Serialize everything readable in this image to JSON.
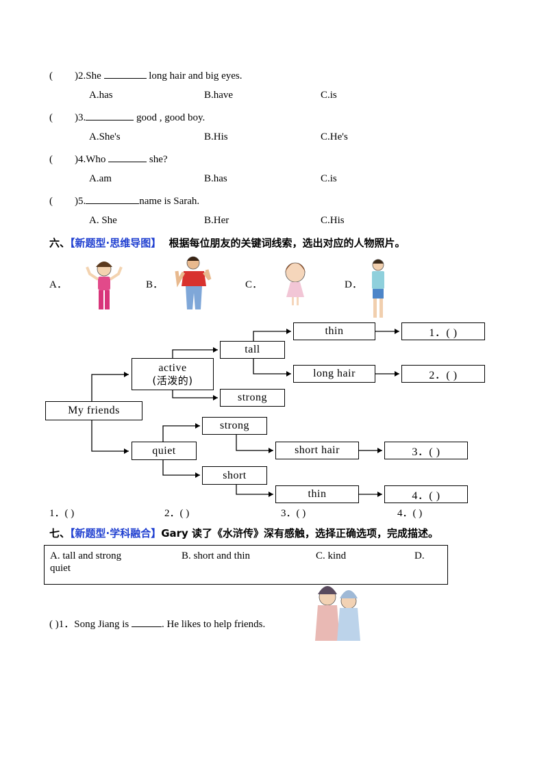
{
  "questions": [
    {
      "paren": "(",
      "close": ")2.",
      "pre": "She",
      "post": "long  hair  and  big  eyes.",
      "options": [
        "A.has",
        "B.have",
        "C.is"
      ]
    },
    {
      "paren": "(",
      "close": ")3.",
      "pre": "",
      "post": "good ,  good  boy.",
      "options": [
        "A.She's",
        "B.His",
        "C.He's"
      ]
    },
    {
      "paren": "(",
      "close": ")4.",
      "pre": "Who",
      "post": "she?",
      "options": [
        "A.am",
        "B.has",
        "C.is"
      ]
    },
    {
      "paren": "(",
      "close": ")5.",
      "pre": "",
      "post": "name  is  Sarah.",
      "options": [
        "A.   She",
        "B.Her",
        "C.His"
      ]
    }
  ],
  "section6": {
    "number": "六、",
    "tag": "【新题型·思维导图】",
    "instruction": "根据每位朋友的关键词线索，选出对应的人物照片。",
    "pics": [
      "A．",
      "B．",
      "C．",
      "D．"
    ],
    "mindmap": {
      "root": "My  friends",
      "active": "active",
      "active_cn": "(活泼的)",
      "quiet": "quiet",
      "tall": "tall",
      "strong_top": "strong",
      "thin_top": "thin",
      "long_hair": "long hair",
      "strong_bottom": "strong",
      "short": "short",
      "short_hair": "short hair",
      "thin_bottom": "thin",
      "ans1": "1．(       )",
      "ans2": "2．(       )",
      "ans3": "3．(       )",
      "ans4": "4．(       )"
    },
    "answers": [
      "1．(       )",
      "2．(       )",
      "3．(       )",
      "4．(       )"
    ]
  },
  "section7": {
    "number": "七、",
    "tag": "【新题型·学科融合】",
    "instruction": "Gary 读了《水浒传》深有感触，选择正确选项，完成描述。",
    "choices": [
      "A.  tall and strong",
      "B.  short and thin",
      "C.  kind",
      "D.",
      "quiet"
    ],
    "q1_paren": "(        )1．Song Jiang is",
    "q1_post": ". He likes to help friends."
  },
  "colors": {
    "tag": "#1f3fd0"
  }
}
